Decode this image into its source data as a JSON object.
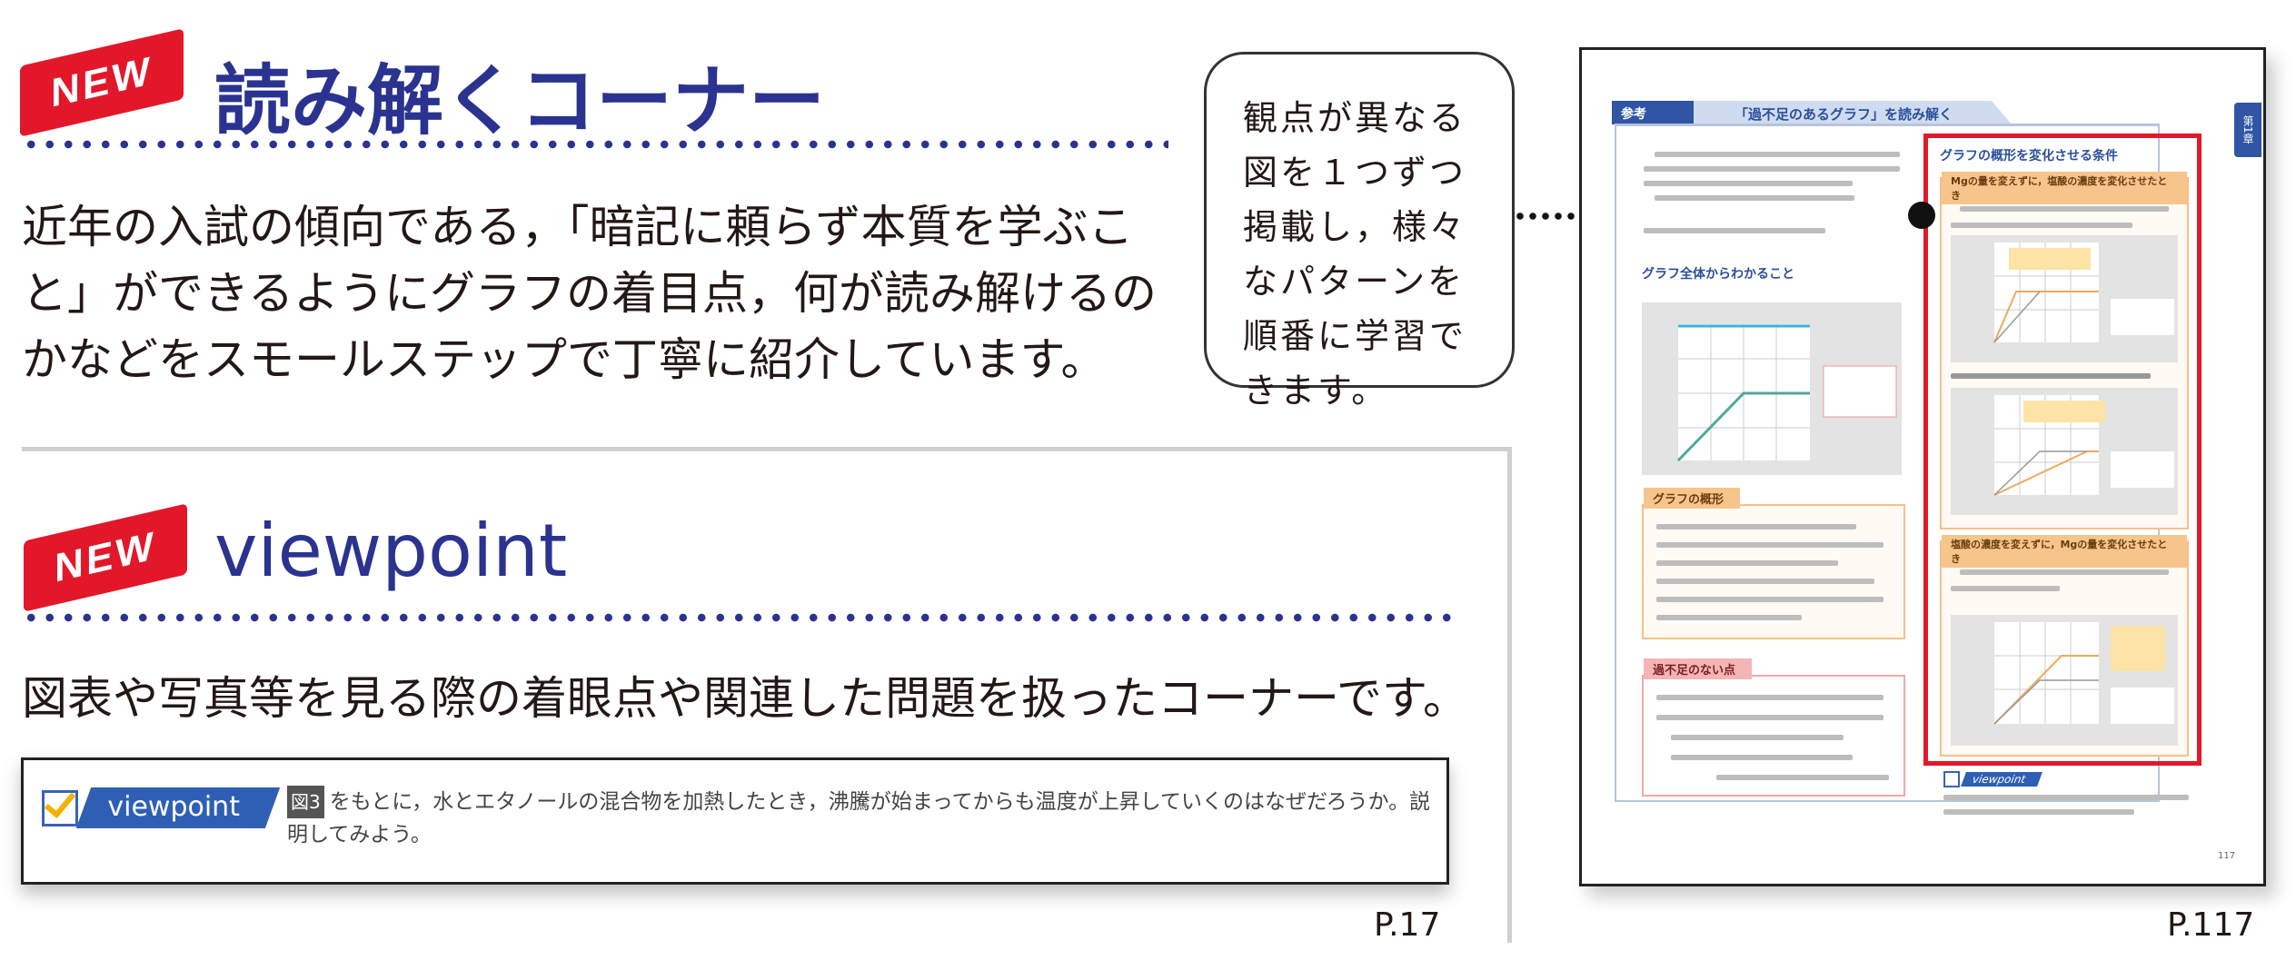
{
  "section1": {
    "badge": "NEW",
    "title": "読み解くコーナー",
    "description_lines": [
      "近年の入試の傾向である，「暗記に頼らず本質を学ぶこ",
      "と」ができるようにグラフの着目点，何が読み解けるの",
      "かなどをスモールステップで丁寧に紹介しています。"
    ]
  },
  "section2": {
    "badge": "NEW",
    "title": "viewpoint",
    "description": "図表や写真等を見る際の着眼点や関連した問題を扱ったコーナーです。",
    "example": {
      "tag": "viewpoint",
      "figure_ref": "図3",
      "text": "をもとに，水とエタノールの混合物を加熱したとき，沸騰が始まってからも温度が上昇していくのはなぜだろうか。説明してみよう。"
    },
    "page_label": "P.17"
  },
  "callout": {
    "text": "観点が異なる図を１つずつ掲載し，様々なパターンを順番に学習できます。"
  },
  "book_page": {
    "header_tag": "参考",
    "header_title": "「過不足のあるグラフ」を読み解く",
    "chapter_tab": "第1章",
    "left_heading": "グラフ全体からわかること",
    "box_outline": "グラフの概形",
    "box_balance": "過不足のない点",
    "right_heading": "グラフの概形を変化させる条件",
    "right_sub1": "Mgの量を変えずに，塩酸の濃度を変化させたとき",
    "right_sub2": "塩酸の濃度を変えずに，Mgの量を変化させたとき",
    "viewpoint_tag": "viewpoint",
    "page_number": "117",
    "highlight_color": "#e3172a"
  },
  "page_label_2": "P.117",
  "colors": {
    "brand_blue": "#2b3390",
    "new_red": "#e3172a"
  }
}
